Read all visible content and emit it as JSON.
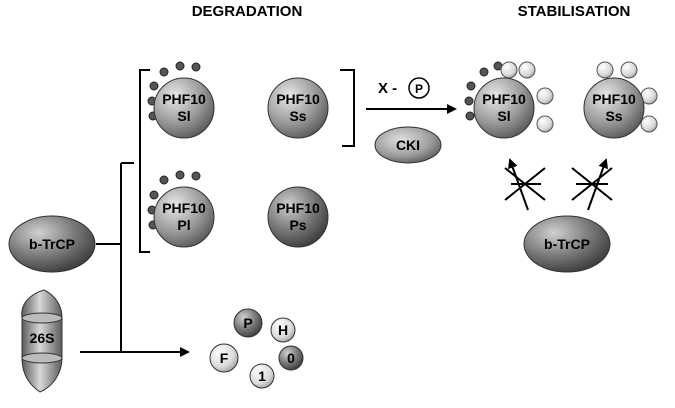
{
  "headers": {
    "degradation": "DEGRADATION",
    "stabilisation": "STABILISATION"
  },
  "proteins": {
    "sl": {
      "line1": "PHF10",
      "line2": "Sl"
    },
    "ss": {
      "line1": "PHF10",
      "line2": "Ss"
    },
    "pl": {
      "line1": "PHF10",
      "line2": "Pl"
    },
    "ps": {
      "line1": "PHF10",
      "line2": "Ps"
    }
  },
  "stabilised": {
    "sl": {
      "line1": "PHF10",
      "line2": "Sl"
    },
    "ss": {
      "line1": "PHF10",
      "line2": "Ss"
    }
  },
  "btrcp_left": "b-TrCP",
  "btrcp_right": "b-TrCP",
  "proteasome": "26S",
  "phospho": {
    "x": "X -",
    "p": "P"
  },
  "cki": "CKI",
  "fragments": {
    "f": "F",
    "p": "P",
    "h": "H",
    "one": "1",
    "zero": "0"
  }
}
